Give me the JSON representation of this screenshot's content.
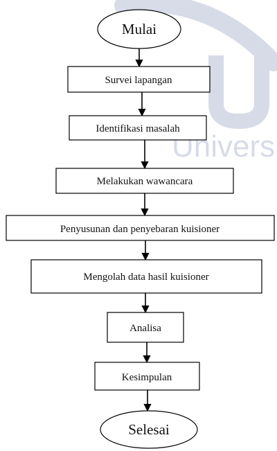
{
  "diagram": {
    "watermark": "Universitas",
    "nodes": [
      {
        "id": "start",
        "shape": "ellipse",
        "label": "Mulai"
      },
      {
        "id": "survey",
        "shape": "rect",
        "label": "Survei lapangan"
      },
      {
        "id": "identify",
        "shape": "rect",
        "label": "Identifikasi masalah"
      },
      {
        "id": "interview",
        "shape": "rect",
        "label": "Melakukan wawancara"
      },
      {
        "id": "questionnaire",
        "shape": "rect",
        "label": "Penyusunan dan penyebaran kuisioner"
      },
      {
        "id": "process",
        "shape": "rect",
        "label": "Mengolah data hasil kuisioner"
      },
      {
        "id": "analysis",
        "shape": "rect",
        "label": "Analisa"
      },
      {
        "id": "conclusion",
        "shape": "rect",
        "label": "Kesimpulan"
      },
      {
        "id": "end",
        "shape": "ellipse",
        "label": "Selesai"
      }
    ],
    "edges": [
      {
        "from": "start",
        "to": "survey"
      },
      {
        "from": "survey",
        "to": "identify"
      },
      {
        "from": "identify",
        "to": "interview"
      },
      {
        "from": "interview",
        "to": "questionnaire"
      },
      {
        "from": "questionnaire",
        "to": "process"
      },
      {
        "from": "process",
        "to": "analysis"
      },
      {
        "from": "analysis",
        "to": "conclusion"
      },
      {
        "from": "conclusion",
        "to": "end"
      }
    ]
  }
}
